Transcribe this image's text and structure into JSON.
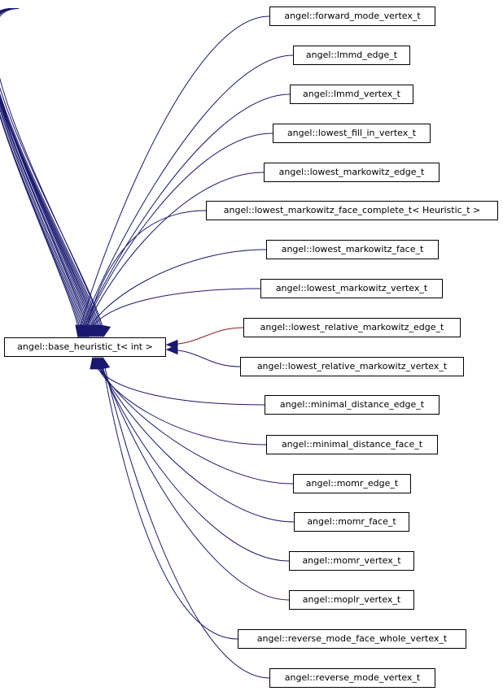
{
  "colors": {
    "edge": "#191970",
    "edge_alt": "#8b1a1a",
    "arrow": "#191970",
    "border": "#000000"
  },
  "base": {
    "label": "angel::base_heuristic_t< int >"
  },
  "derived": [
    {
      "label": "angel::forward_mode_vertex_t"
    },
    {
      "label": "angel::lmmd_edge_t"
    },
    {
      "label": "angel::lmmd_vertex_t"
    },
    {
      "label": "angel::lowest_fill_in_vertex_t"
    },
    {
      "label": "angel::lowest_markowitz_edge_t"
    },
    {
      "label": "angel::lowest_markowitz_face_complete_t< Heuristic_t >"
    },
    {
      "label": "angel::lowest_markowitz_face_t"
    },
    {
      "label": "angel::lowest_markowitz_vertex_t"
    },
    {
      "label": "angel::lowest_relative_markowitz_edge_t"
    },
    {
      "label": "angel::lowest_relative_markowitz_vertex_t"
    },
    {
      "label": "angel::minimal_distance_edge_t"
    },
    {
      "label": "angel::minimal_distance_face_t"
    },
    {
      "label": "angel::momr_edge_t"
    },
    {
      "label": "angel::momr_face_t"
    },
    {
      "label": "angel::momr_vertex_t"
    },
    {
      "label": "angel::moplr_vertex_t"
    },
    {
      "label": "angel::reverse_mode_face_whole_vertex_t"
    },
    {
      "label": "angel::reverse_mode_vertex_t"
    }
  ]
}
